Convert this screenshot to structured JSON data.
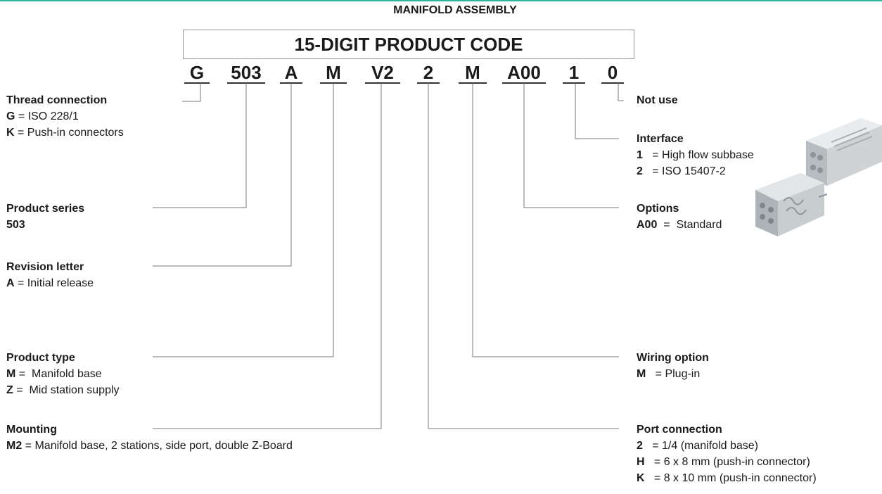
{
  "super_title": "MANIFOLD ASSEMBLY",
  "code_title": "15-DIGIT PRODUCT CODE",
  "digits": [
    "G",
    "503",
    "A",
    "M",
    "V2",
    "2",
    "M",
    "A00",
    "1",
    "0"
  ],
  "sections": {
    "thread": {
      "title": "Thread connection",
      "items": [
        {
          "code": "G",
          "sep": " = ",
          "text": "ISO 228/1"
        },
        {
          "code": "K",
          "sep": " = ",
          "text": "Push-in connectors"
        }
      ]
    },
    "series": {
      "title": "Product series",
      "value": "503"
    },
    "revision": {
      "title": "Revision letter",
      "items": [
        {
          "code": "A",
          "sep": " = ",
          "text": "Initial release"
        }
      ]
    },
    "ptype": {
      "title": "Product type",
      "items": [
        {
          "code": "M",
          "sep": " =  ",
          "text": "Manifold base"
        },
        {
          "code": "Z",
          "sep": " =  ",
          "text": "Mid station supply"
        }
      ]
    },
    "mounting": {
      "title": "Mounting",
      "items": [
        {
          "code": "M2",
          "sep": " = ",
          "text": "Manifold base, 2 stations, side port, double Z-Board"
        }
      ]
    },
    "notuse": {
      "title": "Not use"
    },
    "interface": {
      "title": "Interface",
      "items": [
        {
          "code": "1",
          "sep": "   = ",
          "text": "High flow subbase"
        },
        {
          "code": "2",
          "sep": "   = ",
          "text": "ISO 15407-2"
        }
      ]
    },
    "options": {
      "title": "Options",
      "items": [
        {
          "code": "A00",
          "sep": "  =  ",
          "text": "Standard"
        }
      ]
    },
    "wiring": {
      "title": "Wiring option",
      "items": [
        {
          "code": "M",
          "sep": "   = ",
          "text": "Plug-in"
        }
      ]
    },
    "port": {
      "title": "Port connection",
      "items": [
        {
          "code": "2",
          "sep": "   = ",
          "text": "1/4 (manifold base)"
        },
        {
          "code": "H",
          "sep": "   = ",
          "text": "6 x 8 mm (push-in connector)"
        },
        {
          "code": "K",
          "sep": "   = ",
          "text": "8 x 10 mm (push-in connector)"
        }
      ]
    }
  },
  "colors": {
    "accent": "#2bb59a",
    "leader": "#777777",
    "text": "#1a1a1a"
  }
}
